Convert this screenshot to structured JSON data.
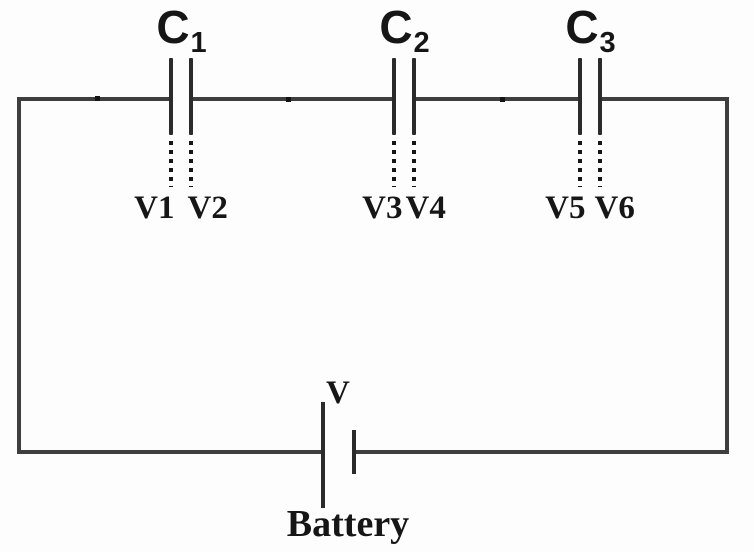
{
  "capacitors": [
    {
      "name": "C",
      "subscript": "1",
      "plate_labels": [
        "V1",
        "V2"
      ]
    },
    {
      "name": "C",
      "subscript": "2",
      "plate_labels": [
        "V3",
        "V4"
      ]
    },
    {
      "name": "C",
      "subscript": "3",
      "plate_labels": [
        "V5",
        "V6"
      ]
    }
  ],
  "battery": {
    "voltage_label": "V",
    "name_label": "Battery"
  },
  "colors": {
    "wire": "#3e3e3e",
    "plate": "#2b2b2b",
    "text": "#161616",
    "background": "#fdfdfd"
  }
}
